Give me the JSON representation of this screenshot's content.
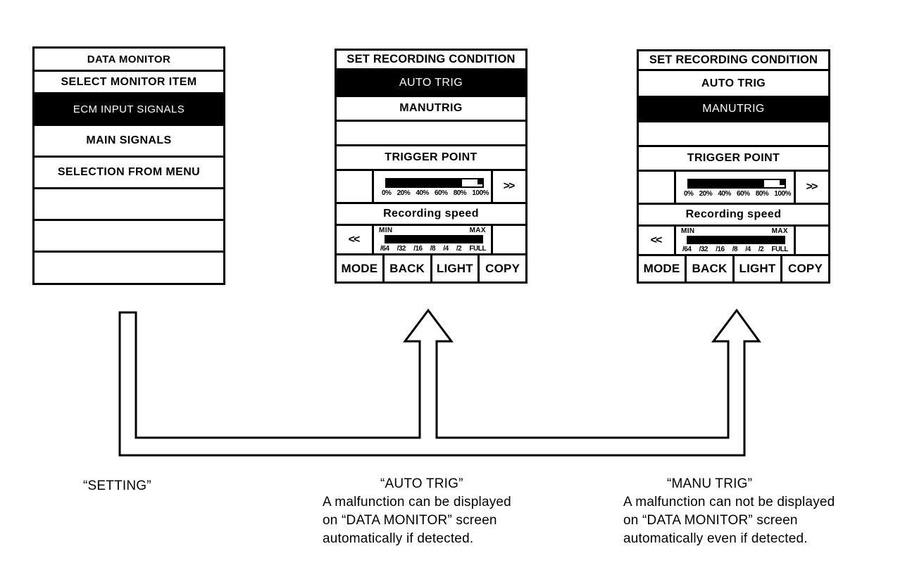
{
  "monitor": {
    "title": "DATA MONITOR",
    "items": [
      "SELECT MONITOR ITEM",
      "ECM INPUT SIGNALS",
      "MAIN SIGNALS",
      "SELECTION FROM MENU"
    ],
    "selected_item": "ECM INPUT SIGNALS"
  },
  "recording": {
    "title": "SET RECORDING CONDITION",
    "auto_trig_label": "AUTO TRIG",
    "manu_trig_label": "MANUTRIG",
    "auto_screen_selected": "AUTO TRIG",
    "manu_screen_selected": "MANUTRIG",
    "trigger_point_label": "TRIGGER POINT",
    "trigger_scale": [
      "0%",
      "20%",
      "40%",
      "60%",
      "80%",
      "100%"
    ],
    "trigger_fill_width": "79%",
    "next_symbol": ">>",
    "prev_symbol": "<<",
    "recording_speed_label": "Recording speed",
    "speed_min_label": "MIN",
    "speed_max_label": "MAX",
    "speed_scale": [
      "/64",
      "/32",
      "/16",
      "/8",
      "/4",
      "/2",
      "FULL"
    ],
    "buttons": [
      "MODE",
      "BACK",
      "LIGHT",
      "COPY"
    ]
  },
  "captions": {
    "setting": "“SETTING”",
    "auto": {
      "heading": "“AUTO TRIG”",
      "lines": [
        "A malfunction can be displayed",
        "on “DATA MONITOR” screen",
        "automatically if detected."
      ]
    },
    "manu": {
      "heading": "“MANU TRIG”",
      "lines": [
        "A malfunction can not be displayed",
        "on “DATA MONITOR” screen",
        "automatically even if detected."
      ]
    }
  }
}
